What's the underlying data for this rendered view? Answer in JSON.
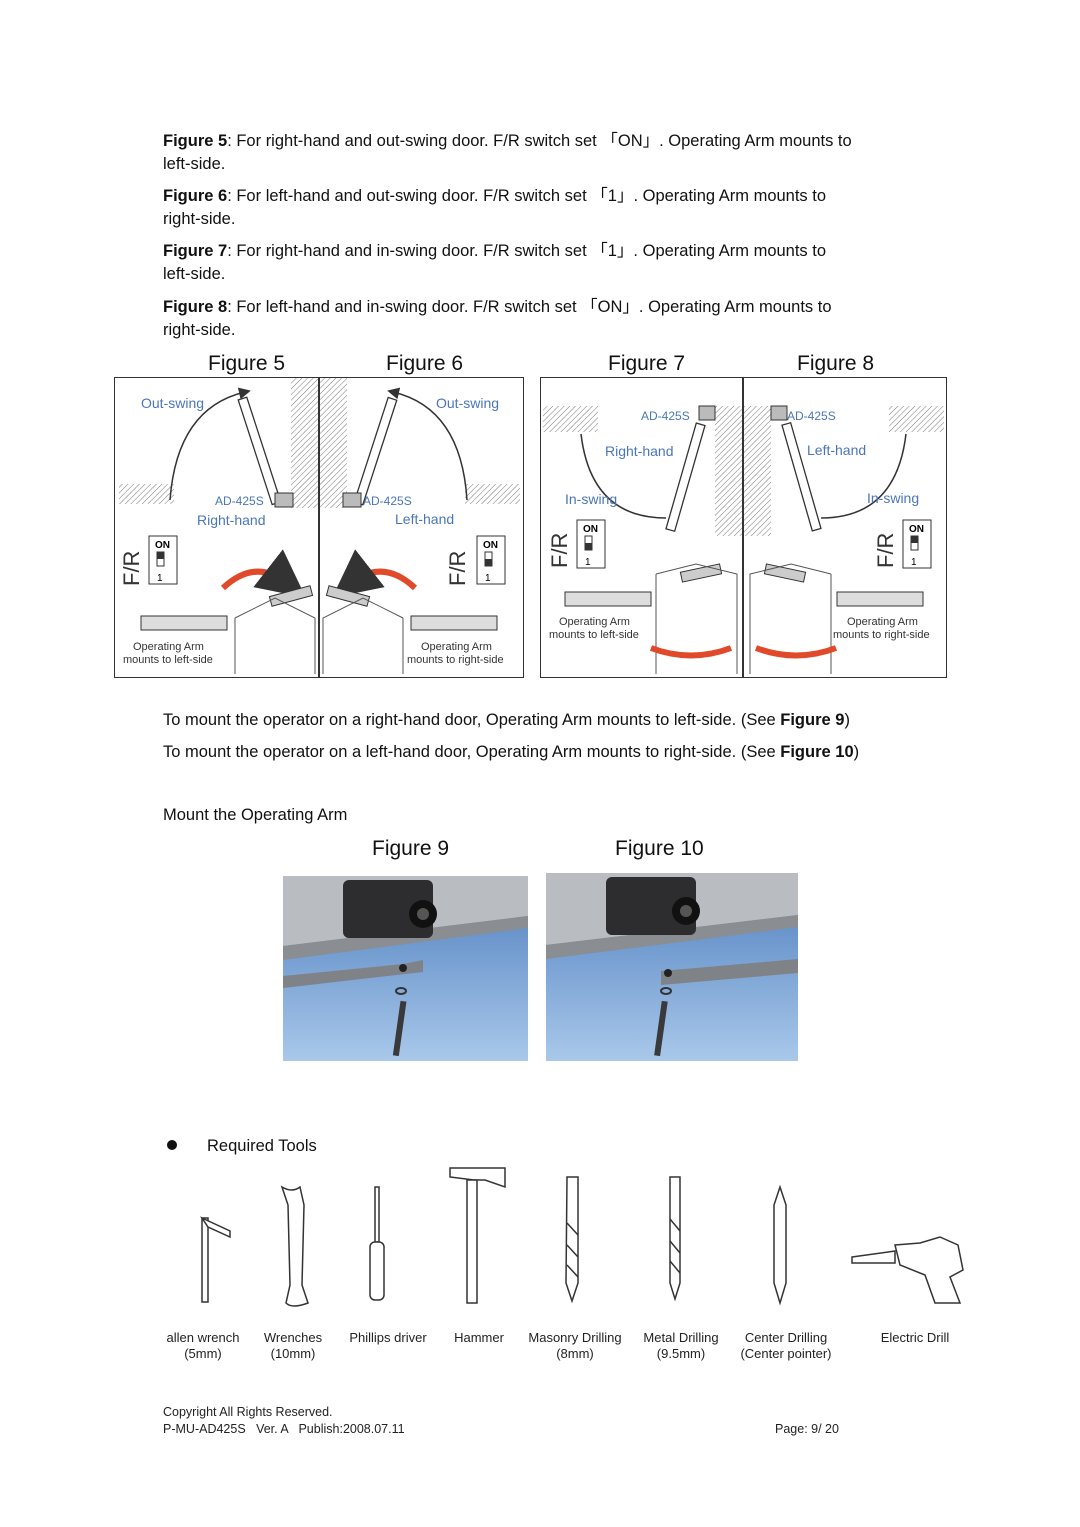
{
  "figure_descriptions": [
    {
      "ref": "Figure 5",
      "pre": ": For right-hand and out-swing door. F/R switch set 「ON」. Operating Arm mounts to",
      "post": "left-side."
    },
    {
      "ref": "Figure 6",
      "pre": ": For left-hand and out-swing door. F/R switch set 「1」. Operating Arm mounts to",
      "post": "right-side."
    },
    {
      "ref": "Figure 7",
      "pre": ": For right-hand and in-swing door. F/R switch set 「1」. Operating Arm mounts to",
      "post": "left-side."
    },
    {
      "ref": "Figure 8",
      "pre": ": For left-hand and in-swing door. F/R switch set 「ON」. Operating Arm mounts to",
      "post": "right-side."
    }
  ],
  "figure_captions": {
    "fig5": "Figure 5",
    "fig6": "Figure 6",
    "fig7": "Figure 7",
    "fig8": "Figure 8",
    "fig9": "Figure 9",
    "fig10": "Figure 10"
  },
  "diagram_labels": {
    "out_swing": "Out-swing",
    "in_swing": "In-swing",
    "model": "AD-425S",
    "right_hand": "Right-hand",
    "left_hand": "Left-hand",
    "fr": "F/R",
    "on": "ON",
    "one": "1",
    "operating_arm": "Operating Arm",
    "mounts_left": "mounts to left-side",
    "mounts_right": "mounts to right-side"
  },
  "mount_lines": [
    {
      "pre": "To mount the operator on a right-hand door, Operating Arm mounts to left-side. (See ",
      "ref": "Figure 9",
      "post": ")"
    },
    {
      "pre": "To mount the operator on a left-hand door, Operating Arm mounts to right-side. (See ",
      "ref": "Figure 10",
      "post": ")"
    }
  ],
  "mount_heading": "Mount the Operating Arm",
  "required_tools": {
    "heading": "Required Tools",
    "tools": [
      {
        "name": "allen wrench",
        "size": "(5mm)"
      },
      {
        "name": "Wrenches",
        "size": "(10mm)"
      },
      {
        "name": "Phillips driver",
        "size": ""
      },
      {
        "name": "Hammer",
        "size": ""
      },
      {
        "name": "Masonry Drilling",
        "size": "(8mm)"
      },
      {
        "name": "Metal Drilling",
        "size": "(9.5mm)"
      },
      {
        "name": "Center Drilling",
        "size": "(Center pointer)"
      },
      {
        "name": "Electric Drill",
        "size": ""
      }
    ]
  },
  "footer": {
    "copyright": "Copyright All Rights Reserved.",
    "doc_info": "P-MU-AD425S   Ver. A   Publish:2008.07.11",
    "page": "Page: 9/ 20"
  },
  "colors": {
    "diagram_blue": "#4a76b8",
    "arrow_red": "#e04a2a",
    "sky_blue": "#7fa8d8"
  }
}
